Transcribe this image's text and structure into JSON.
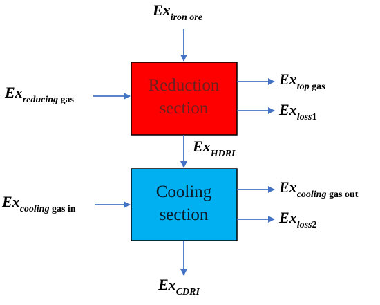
{
  "boxes": {
    "reduction": {
      "line1": "Reduction",
      "line2": "section",
      "fill": "#ff0000"
    },
    "cooling": {
      "line1": "Cooling",
      "line2": "section",
      "fill": "#00b0f0"
    }
  },
  "flows": {
    "iron_ore": {
      "ex": "Ex",
      "sub_italic": "iron ore",
      "sub_upright": ""
    },
    "reducing_gas": {
      "ex": "Ex",
      "sub_italic": "reducing",
      "sub_upright": " gas"
    },
    "top_gas": {
      "ex": "Ex",
      "sub_italic": "top",
      "sub_upright": " gas"
    },
    "loss1": {
      "ex": "Ex",
      "sub_italic": "loss",
      "sub_upright": "1"
    },
    "hdri": {
      "ex": "Ex",
      "sub_italic": "HDRI",
      "sub_upright": ""
    },
    "cooling_gas_in": {
      "ex": "Ex",
      "sub_italic": "cooling",
      "sub_upright": " gas in"
    },
    "cooling_gas_out": {
      "ex": "Ex",
      "sub_italic": "cooling",
      "sub_upright": " gas out"
    },
    "loss2": {
      "ex": "Ex",
      "sub_italic": "loss",
      "sub_upright": "2"
    },
    "cdri": {
      "ex": "Ex",
      "sub_italic": "CDRI",
      "sub_upright": ""
    }
  },
  "colors": {
    "arrow": "#4472c4",
    "box_border": "#000000"
  }
}
